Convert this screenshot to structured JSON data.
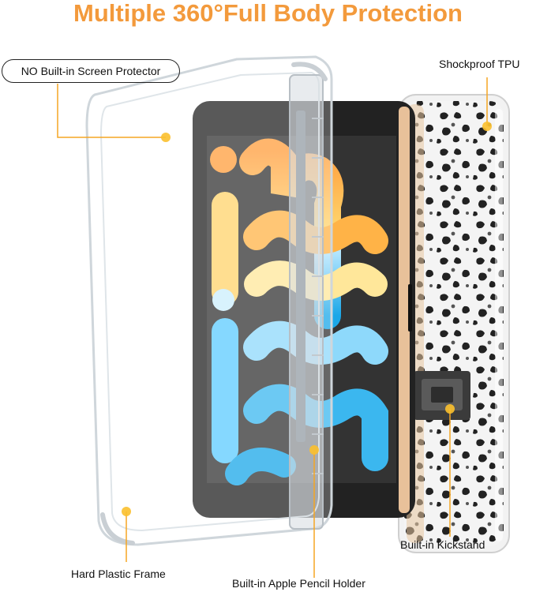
{
  "title": "Multiple 360°Full Body Protection",
  "callouts": {
    "screen_protector": "NO Built-in Screen Protector",
    "shockproof": "Shockproof TPU",
    "kickstand": "Built-in Kickstand",
    "frame": "Hard Plastic Frame",
    "pencil_holder": "Built-in Apple Pencil Holder"
  },
  "colors": {
    "accent": "#f39a3c",
    "callout_line": "#f5a623",
    "callout_dot": "#fbc02d"
  }
}
